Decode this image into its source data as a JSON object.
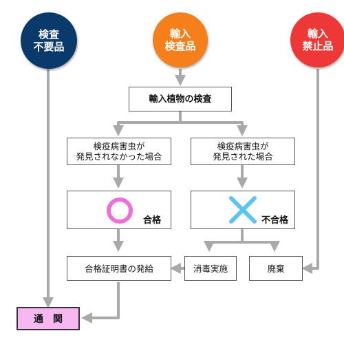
{
  "top_nodes": {
    "not_required": {
      "line1": "検査",
      "line2": "不要品",
      "color": "#0a3a6b"
    },
    "inspection": {
      "line1": "輸入",
      "line2": "検査品",
      "color": "#f57f1a"
    },
    "prohibited": {
      "line1": "輸入",
      "line2": "禁止品",
      "color": "#ee3838"
    }
  },
  "steps": {
    "plant_inspection": "輸入植物の検査",
    "no_pest_line1": "検疫病害虫が",
    "no_pest_line2": "発見されなかった場合",
    "pest_line1": "検疫病害虫が",
    "pest_line2": "発見された場合",
    "pass_label": "合格",
    "fail_label": "不合格",
    "disinfection": "消毒実施",
    "disposal": "廃棄",
    "certificate": "合格証明書の発給",
    "customs": "通関"
  },
  "colors": {
    "arrow": "#a9a9a9",
    "pass_mark": "#ef6fd6",
    "fail_mark": "#5cc3f2",
    "customs_fill": "#f7b7f0"
  }
}
